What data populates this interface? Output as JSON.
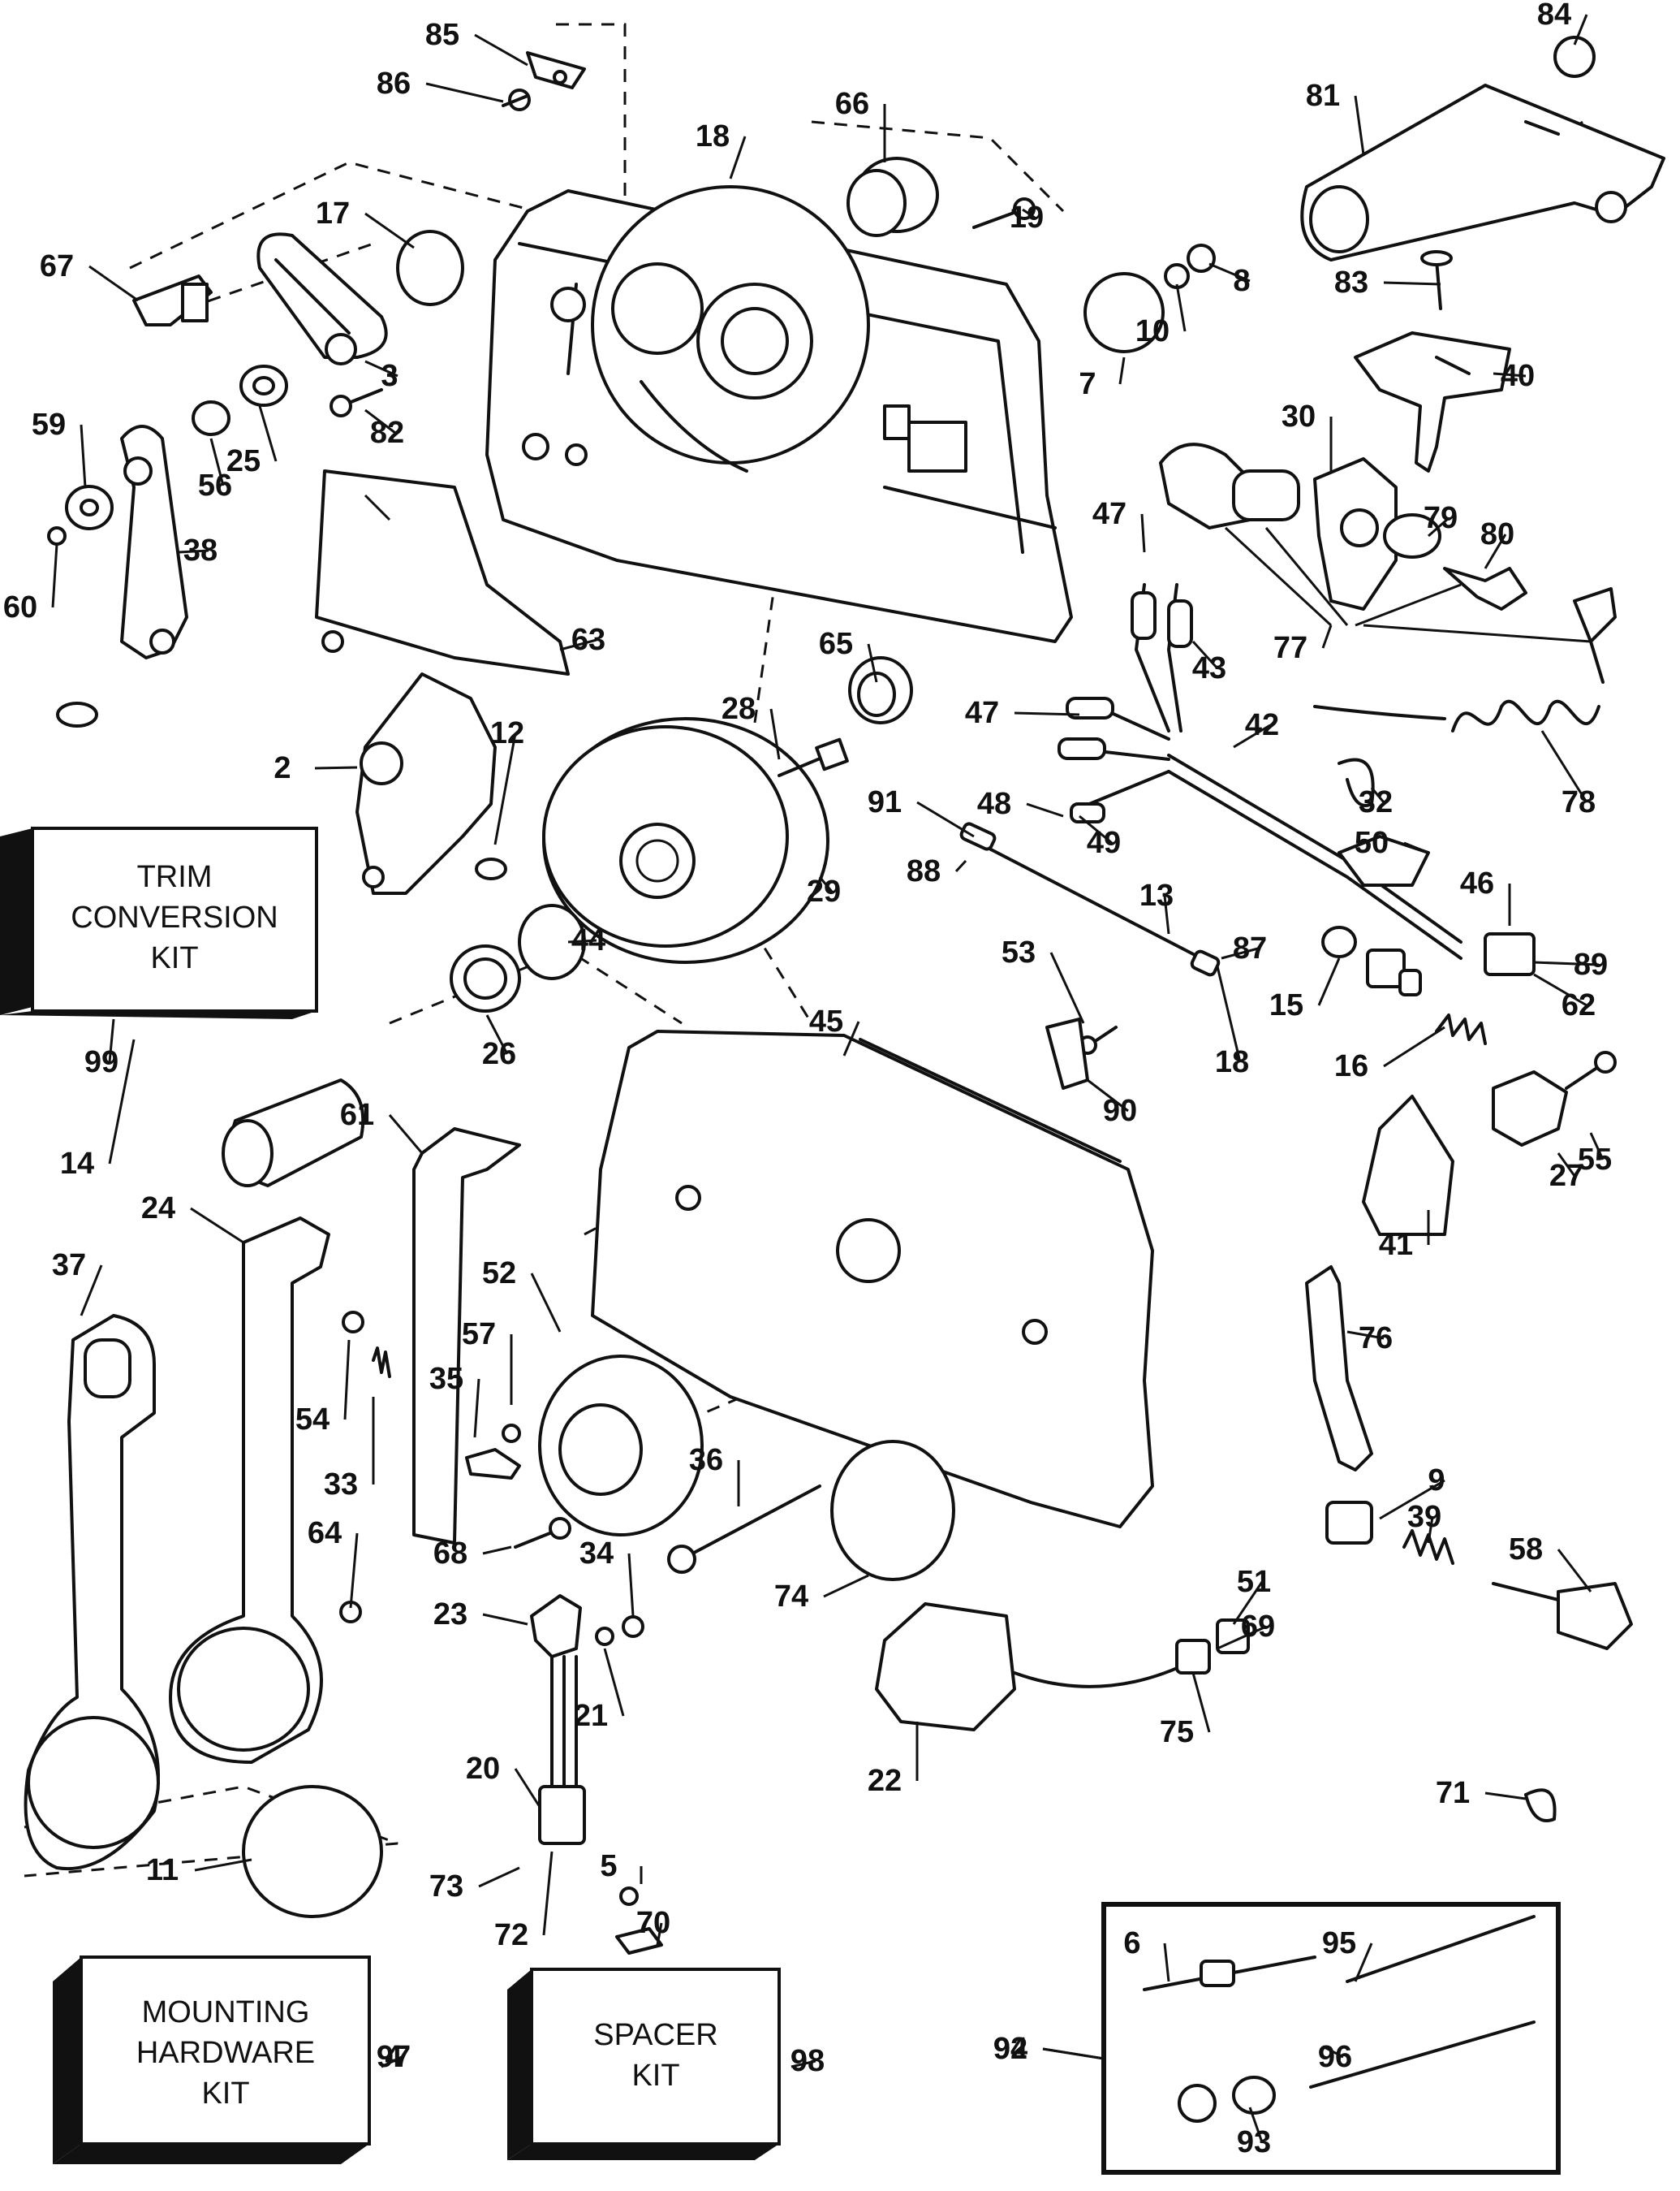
{
  "diagram": {
    "kits": [
      {
        "id": "trim",
        "lines": [
          "TRIM",
          "CONVERSION",
          "KIT"
        ],
        "callout": "99"
      },
      {
        "id": "mounting",
        "lines": [
          "MOUNTING",
          "HARDWARE",
          "KIT"
        ],
        "callout": "4"
      },
      {
        "id": "spacer",
        "lines": [
          "SPACER",
          "KIT"
        ],
        "callout": "98"
      }
    ],
    "bolt_kit": {
      "callout": "92",
      "items": [
        "93",
        "94",
        "95",
        "96",
        "97"
      ]
    },
    "callouts": [
      "85",
      "86",
      "84",
      "81",
      "18",
      "66",
      "19",
      "8",
      "83",
      "10",
      "17",
      "67",
      "3",
      "7",
      "40",
      "82",
      "25",
      "59",
      "30",
      "56",
      "47",
      "79",
      "80",
      "38",
      "60",
      "63",
      "77",
      "43",
      "65",
      "28",
      "12",
      "2",
      "47",
      "42",
      "78",
      "91",
      "48",
      "32",
      "49",
      "50",
      "88",
      "29",
      "46",
      "13",
      "87",
      "89",
      "44",
      "53",
      "26",
      "15",
      "62",
      "45",
      "18",
      "90",
      "16",
      "55",
      "14",
      "99",
      "61",
      "27",
      "41",
      "24",
      "52",
      "37",
      "76",
      "57",
      "35",
      "54",
      "33",
      "36",
      "9",
      "58",
      "39",
      "68",
      "64",
      "34",
      "74",
      "51",
      "23",
      "69",
      "21",
      "75",
      "22",
      "20",
      "71",
      "5",
      "11",
      "73",
      "72",
      "70",
      "6",
      "95",
      "94",
      "92",
      "93",
      "96",
      "97",
      "4",
      "98"
    ]
  }
}
